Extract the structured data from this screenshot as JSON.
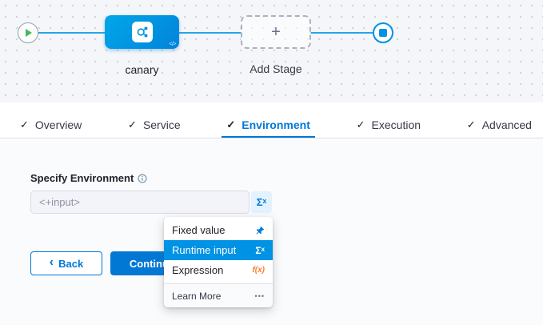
{
  "canvas": {
    "stage": {
      "label": "canary",
      "code_badge": "</>"
    },
    "add_stage": {
      "label": "Add Stage",
      "plus": "+"
    }
  },
  "tabs": {
    "check": "✓",
    "items": [
      {
        "label": "Overview"
      },
      {
        "label": "Service"
      },
      {
        "label": "Environment"
      },
      {
        "label": "Execution"
      },
      {
        "label": "Advanced"
      }
    ]
  },
  "form": {
    "label": "Specify Environment",
    "placeholder": "<+input>",
    "sigma": "Σˣ"
  },
  "dropdown": {
    "items": [
      {
        "label": "Fixed value"
      },
      {
        "label": "Runtime input"
      },
      {
        "label": "Expression"
      }
    ],
    "runtime_icon": "Σˣ",
    "expression_icon": "f(x)",
    "footer": {
      "label": "Learn More",
      "more": "•••"
    }
  },
  "actions": {
    "back_chevron": "‹",
    "back": "Back",
    "continue": "Continue"
  },
  "colors": {
    "accent": "#0278d5",
    "node_blue": "#0092e4",
    "play_green": "#42ba55",
    "expression_orange": "#ff7b26"
  }
}
